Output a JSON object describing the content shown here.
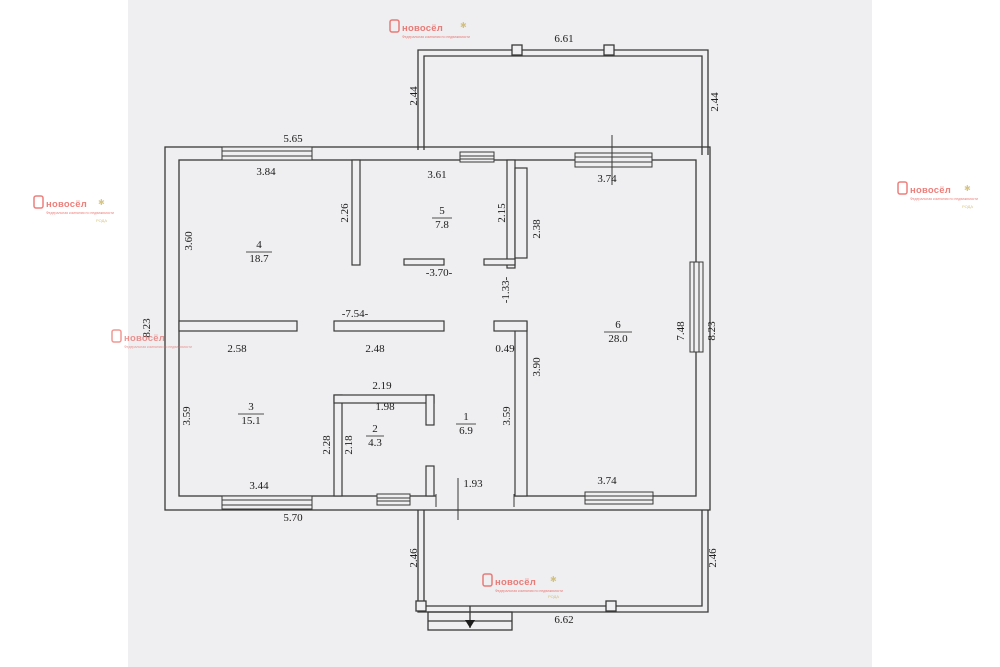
{
  "colors": {
    "wall": "#3a3a3a",
    "paper": "#efeef0",
    "margin": "#ffffff",
    "watermark": "#e8554f",
    "watermark_accent": "#c9b15a"
  },
  "plan": {
    "rooms": [
      {
        "number": "1",
        "area": "6.9"
      },
      {
        "number": "2",
        "area": "4.3"
      },
      {
        "number": "3",
        "area": "15.1"
      },
      {
        "number": "4",
        "area": "18.7"
      },
      {
        "number": "5",
        "area": "7.8"
      },
      {
        "number": "6",
        "area": "28.0"
      }
    ],
    "dims": {
      "terrace_top_width": "6.61",
      "terrace_top_left": "2.44",
      "terrace_top_right": "2.44",
      "house_top_left": "5.65",
      "room4_top": "3.84",
      "room5_top": "3.61",
      "room6_top": "3.74",
      "left_total": "8.23",
      "right_total": "8.23",
      "room4_left": "3.60",
      "room4_right": "2.26",
      "room5_right": "2.15",
      "room6_left_upper": "2.38",
      "hall_upper": "-3.70-",
      "hall_vertical": "-1.33-",
      "hall_long": "-7.54-",
      "room3_top": "2.58",
      "hall_mid": "2.48",
      "hall_right_small": "0.49",
      "room6_right": "7.48",
      "room6_left_lower": "3.90",
      "room2_top_outer": "2.19",
      "room2_top_inner": "1.98",
      "room3_left": "3.59",
      "room1_right": "3.59",
      "room3_right": "2.28",
      "room2_left": "2.18",
      "room3_bottom": "3.44",
      "room1_bottom": "1.93",
      "room6_bottom": "3.74",
      "house_bottom_left": "5.70",
      "terrace_bottom_left": "2.46",
      "terrace_bottom_right": "2.46",
      "terrace_bottom_width": "6.62"
    }
  },
  "watermark": {
    "brand": "новосёл",
    "tagline": "Федеральная компания по недвижимости",
    "badge": "РОДА"
  }
}
